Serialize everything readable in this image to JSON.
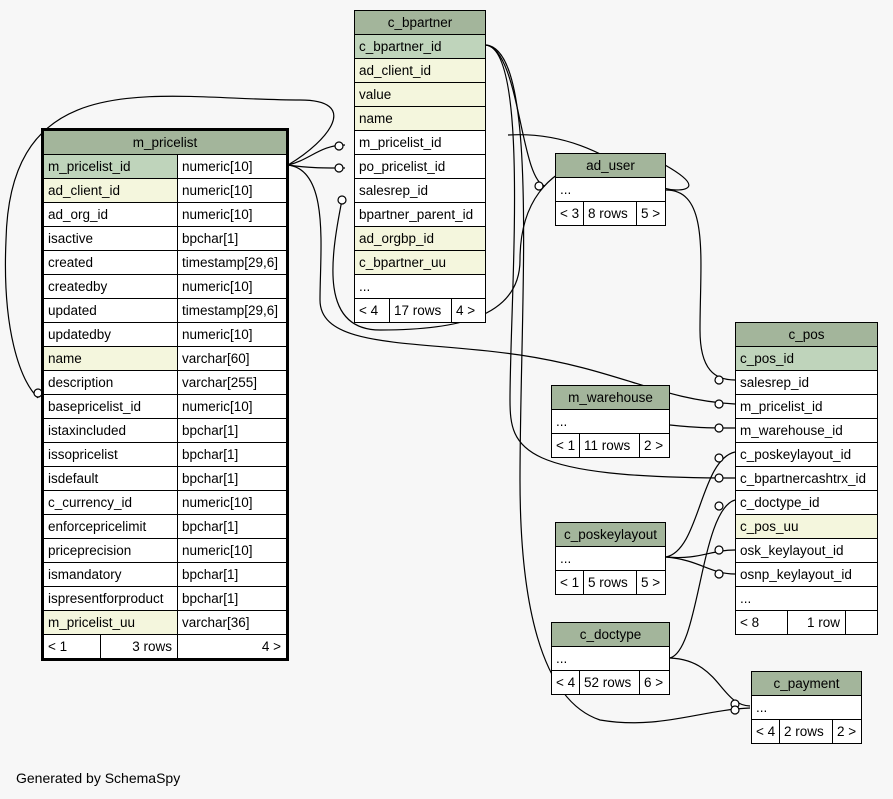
{
  "m_pricelist": {
    "title": "m_pricelist",
    "columns": [
      {
        "name": "m_pricelist_id",
        "type": "numeric[10]"
      },
      {
        "name": "ad_client_id",
        "type": "numeric[10]"
      },
      {
        "name": "ad_org_id",
        "type": "numeric[10]"
      },
      {
        "name": "isactive",
        "type": "bpchar[1]"
      },
      {
        "name": "created",
        "type": "timestamp[29,6]"
      },
      {
        "name": "createdby",
        "type": "numeric[10]"
      },
      {
        "name": "updated",
        "type": "timestamp[29,6]"
      },
      {
        "name": "updatedby",
        "type": "numeric[10]"
      },
      {
        "name": "name",
        "type": "varchar[60]"
      },
      {
        "name": "description",
        "type": "varchar[255]"
      },
      {
        "name": "basepricelist_id",
        "type": "numeric[10]"
      },
      {
        "name": "istaxincluded",
        "type": "bpchar[1]"
      },
      {
        "name": "issopricelist",
        "type": "bpchar[1]"
      },
      {
        "name": "isdefault",
        "type": "bpchar[1]"
      },
      {
        "name": "c_currency_id",
        "type": "numeric[10]"
      },
      {
        "name": "enforcepricelimit",
        "type": "bpchar[1]"
      },
      {
        "name": "priceprecision",
        "type": "numeric[10]"
      },
      {
        "name": "ismandatory",
        "type": "bpchar[1]"
      },
      {
        "name": "ispresentforproduct",
        "type": "bpchar[1]"
      },
      {
        "name": "m_pricelist_uu",
        "type": "varchar[36]"
      }
    ],
    "foot": {
      "left": "< 1",
      "rows": "3 rows",
      "right": "4 >"
    }
  },
  "c_bpartner": {
    "title": "c_bpartner",
    "columns": [
      "c_bpartner_id",
      "ad_client_id",
      "value",
      "name",
      "m_pricelist_id",
      "po_pricelist_id",
      "salesrep_id",
      "bpartner_parent_id",
      "ad_orgbp_id",
      "c_bpartner_uu",
      "..."
    ],
    "foot": {
      "left": "< 4",
      "rows": "17 rows",
      "right": "4 >"
    }
  },
  "ad_user": {
    "title": "ad_user",
    "columns": [
      "..."
    ],
    "foot": {
      "left": "< 3",
      "rows": "8 rows",
      "right": "5 >"
    }
  },
  "c_pos": {
    "title": "c_pos",
    "columns": [
      "c_pos_id",
      "salesrep_id",
      "m_pricelist_id",
      "m_warehouse_id",
      "c_poskeylayout_id",
      "c_bpartnercashtrx_id",
      "c_doctype_id",
      "c_pos_uu",
      "osk_keylayout_id",
      "osnp_keylayout_id",
      "..."
    ],
    "foot": {
      "left": "< 8",
      "rows": "1 row",
      "right": ""
    }
  },
  "m_warehouse": {
    "title": "m_warehouse",
    "columns": [
      "..."
    ],
    "foot": {
      "left": "< 1",
      "rows": "11 rows",
      "right": "2 >"
    }
  },
  "c_poskeylayout": {
    "title": "c_poskeylayout",
    "columns": [
      "..."
    ],
    "foot": {
      "left": "< 1",
      "rows": "5 rows",
      "right": "5 >"
    }
  },
  "c_doctype": {
    "title": "c_doctype",
    "columns": [
      "..."
    ],
    "foot": {
      "left": "< 4",
      "rows": "52 rows",
      "right": "6 >"
    }
  },
  "c_payment": {
    "title": "c_payment",
    "columns": [
      "..."
    ],
    "foot": {
      "left": "< 4",
      "rows": "2 rows",
      "right": "2 >"
    }
  },
  "generated_by": "Generated by SchemaSpy",
  "colors": {
    "header": "#a3b59b",
    "primary_key": "#bfd4bb",
    "foreign_key": "#f4f6dd",
    "background": "#f7f7f7"
  }
}
